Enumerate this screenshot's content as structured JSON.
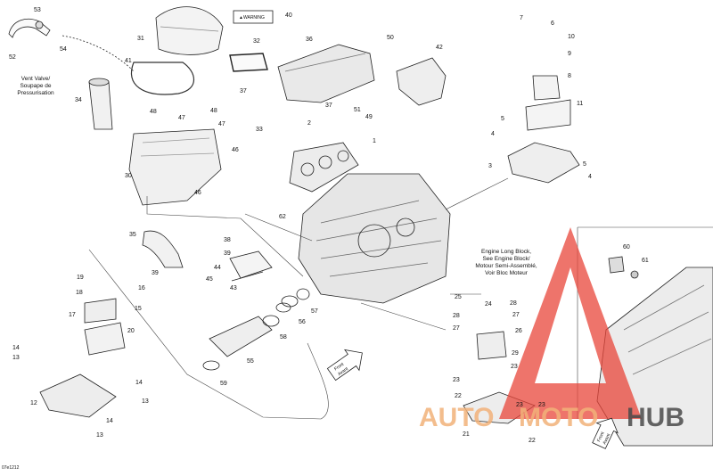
{
  "diagram": {
    "doc_code": "07e1212",
    "warning_label": "▲WARNING",
    "callouts": [
      "1",
      "2",
      "3",
      "4",
      "5",
      "6",
      "7",
      "8",
      "9",
      "10",
      "11",
      "12",
      "13",
      "14",
      "15",
      "16",
      "17",
      "18",
      "19",
      "20",
      "21",
      "22",
      "23",
      "24",
      "25",
      "26",
      "27",
      "28",
      "29",
      "30",
      "31",
      "32",
      "33",
      "34",
      "35",
      "36",
      "37",
      "38",
      "39",
      "40",
      "41",
      "42",
      "43",
      "44",
      "45",
      "46",
      "47",
      "48",
      "49",
      "50",
      "51",
      "52",
      "53",
      "54",
      "55",
      "56",
      "57",
      "58",
      "59",
      "60",
      "61",
      "62"
    ],
    "texts": {
      "vent_valve": [
        "Vent Valve/",
        "Soupape de",
        "Pressurisation"
      ],
      "engine_block": [
        "Engine Long Block,",
        "See Engine Block/",
        "Motour Semi-Assemblé,",
        "Voir Bloc Moteur"
      ],
      "front_avant_1": [
        "Front",
        "Avant"
      ],
      "front_avant_2": [
        "Front",
        "Avant"
      ]
    }
  },
  "watermark": {
    "text_auto": "AUTO",
    "text_moto": "MOTO",
    "text_hub": "HUB",
    "colors": {
      "auto": "#f2b27a",
      "moto": "#f2b27a",
      "hub": "#4a4a4a",
      "logo": "#e8463a"
    }
  }
}
